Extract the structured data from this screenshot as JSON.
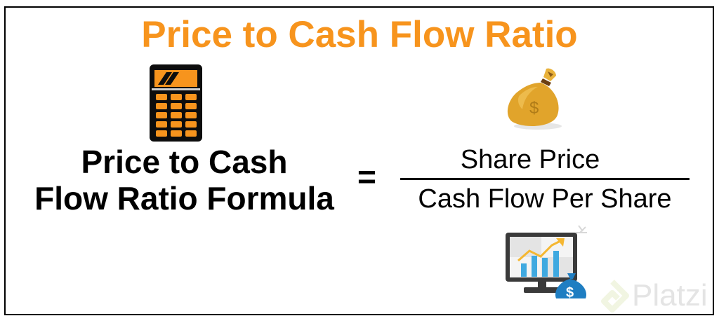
{
  "title": "Price to Cash Flow Ratio",
  "formula": {
    "lhs_line1": "Price to Cash",
    "lhs_line2": "Flow Ratio Formula",
    "equals": "=",
    "numerator": "Share Price",
    "denominator": "Cash Flow Per Share"
  },
  "icons": {
    "calculator": "calculator-icon",
    "money_bag": "money-bag-icon",
    "monitor_chart": "monitor-chart-icon",
    "dollar": "$"
  },
  "watermark": {
    "text": "Platzi"
  },
  "colors": {
    "title": "#F7941D",
    "calculator_body": "#0d0d0d",
    "calculator_keys": "#F7941D",
    "money_bag": "#E1A42B",
    "blue_bag": "#1F7EC2",
    "chart_bars": "#3FA9E0",
    "chart_line": "#F5B731"
  }
}
